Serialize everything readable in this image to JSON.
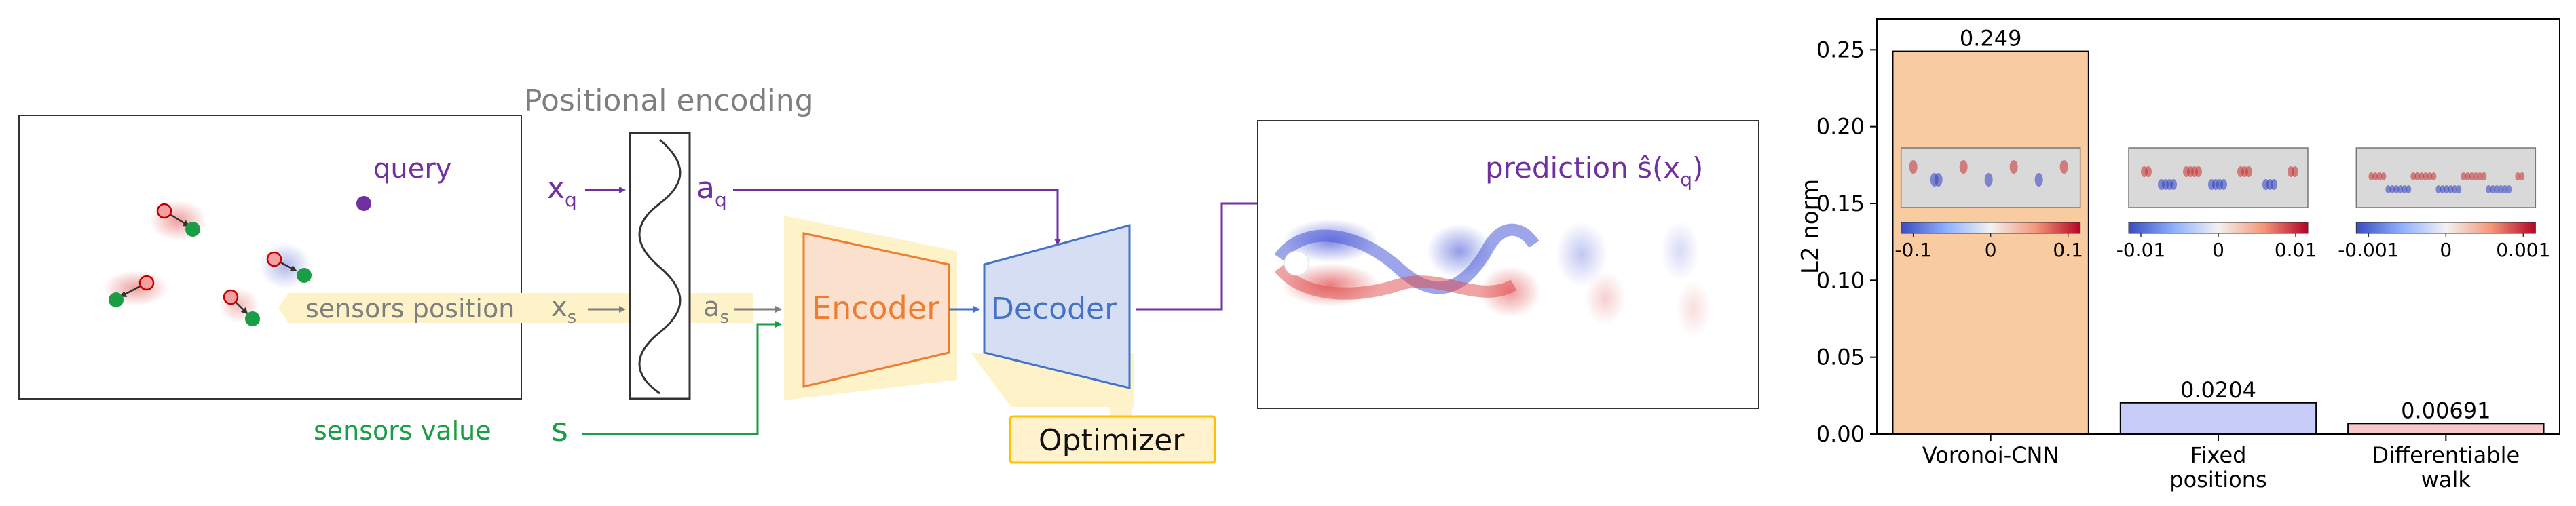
{
  "diagram": {
    "title_pe": "Positional encoding",
    "label_query": "query",
    "label_sensors_position": "sensors position",
    "label_sensors_value": "sensors value",
    "label_s": "s",
    "label_xq_main": "x",
    "label_xq_sub": "q",
    "label_xs_main": "x",
    "label_xs_sub": "s",
    "label_aq_main": "a",
    "label_aq_sub": "q",
    "label_as_main": "a",
    "label_as_sub": "s",
    "encoder": "Encoder",
    "decoder": "Decoder",
    "optimizer": "Optimizer",
    "prediction_main": "prediction ŝ(x",
    "prediction_sub": "q",
    "prediction_close": ")"
  },
  "colors": {
    "purple": "#7030a0",
    "gray": "#7f7f7f",
    "green": "#1a9e45",
    "orange": "#ed7d31",
    "blue": "#4472c4",
    "highlight": "#fdf2c8",
    "optimizer_border": "#ffc000",
    "bar1": "#f8cba0",
    "bar2": "#c8ccf8",
    "bar3": "#f8c8c8"
  },
  "chart_data": {
    "type": "bar",
    "categories": [
      "Voronoi-CNN",
      "Fixed positions",
      "Differentiable walk"
    ],
    "category_lines": [
      [
        "Voronoi-CNN"
      ],
      [
        "Fixed",
        "positions"
      ],
      [
        "Differentiable",
        "walk"
      ]
    ],
    "values": [
      0.249,
      0.0204,
      0.00691
    ],
    "value_labels": [
      "0.249",
      "0.0204",
      "0.00691"
    ],
    "ylabel": "L2 norm",
    "yticks": [
      "0.00",
      "0.05",
      "0.10",
      "0.15",
      "0.20",
      "0.25"
    ],
    "ytick_values": [
      0,
      0.05,
      0.1,
      0.15,
      0.2,
      0.25
    ],
    "ylim": [
      0,
      0.27
    ],
    "grid": false,
    "insets": [
      {
        "colorbar_ticks": [
          "-0.1",
          "0",
          "0.1"
        ]
      },
      {
        "colorbar_ticks": [
          "-0.01",
          "0",
          "0.01"
        ]
      },
      {
        "colorbar_ticks": [
          "-0.001",
          "0",
          "0.001"
        ]
      }
    ]
  }
}
